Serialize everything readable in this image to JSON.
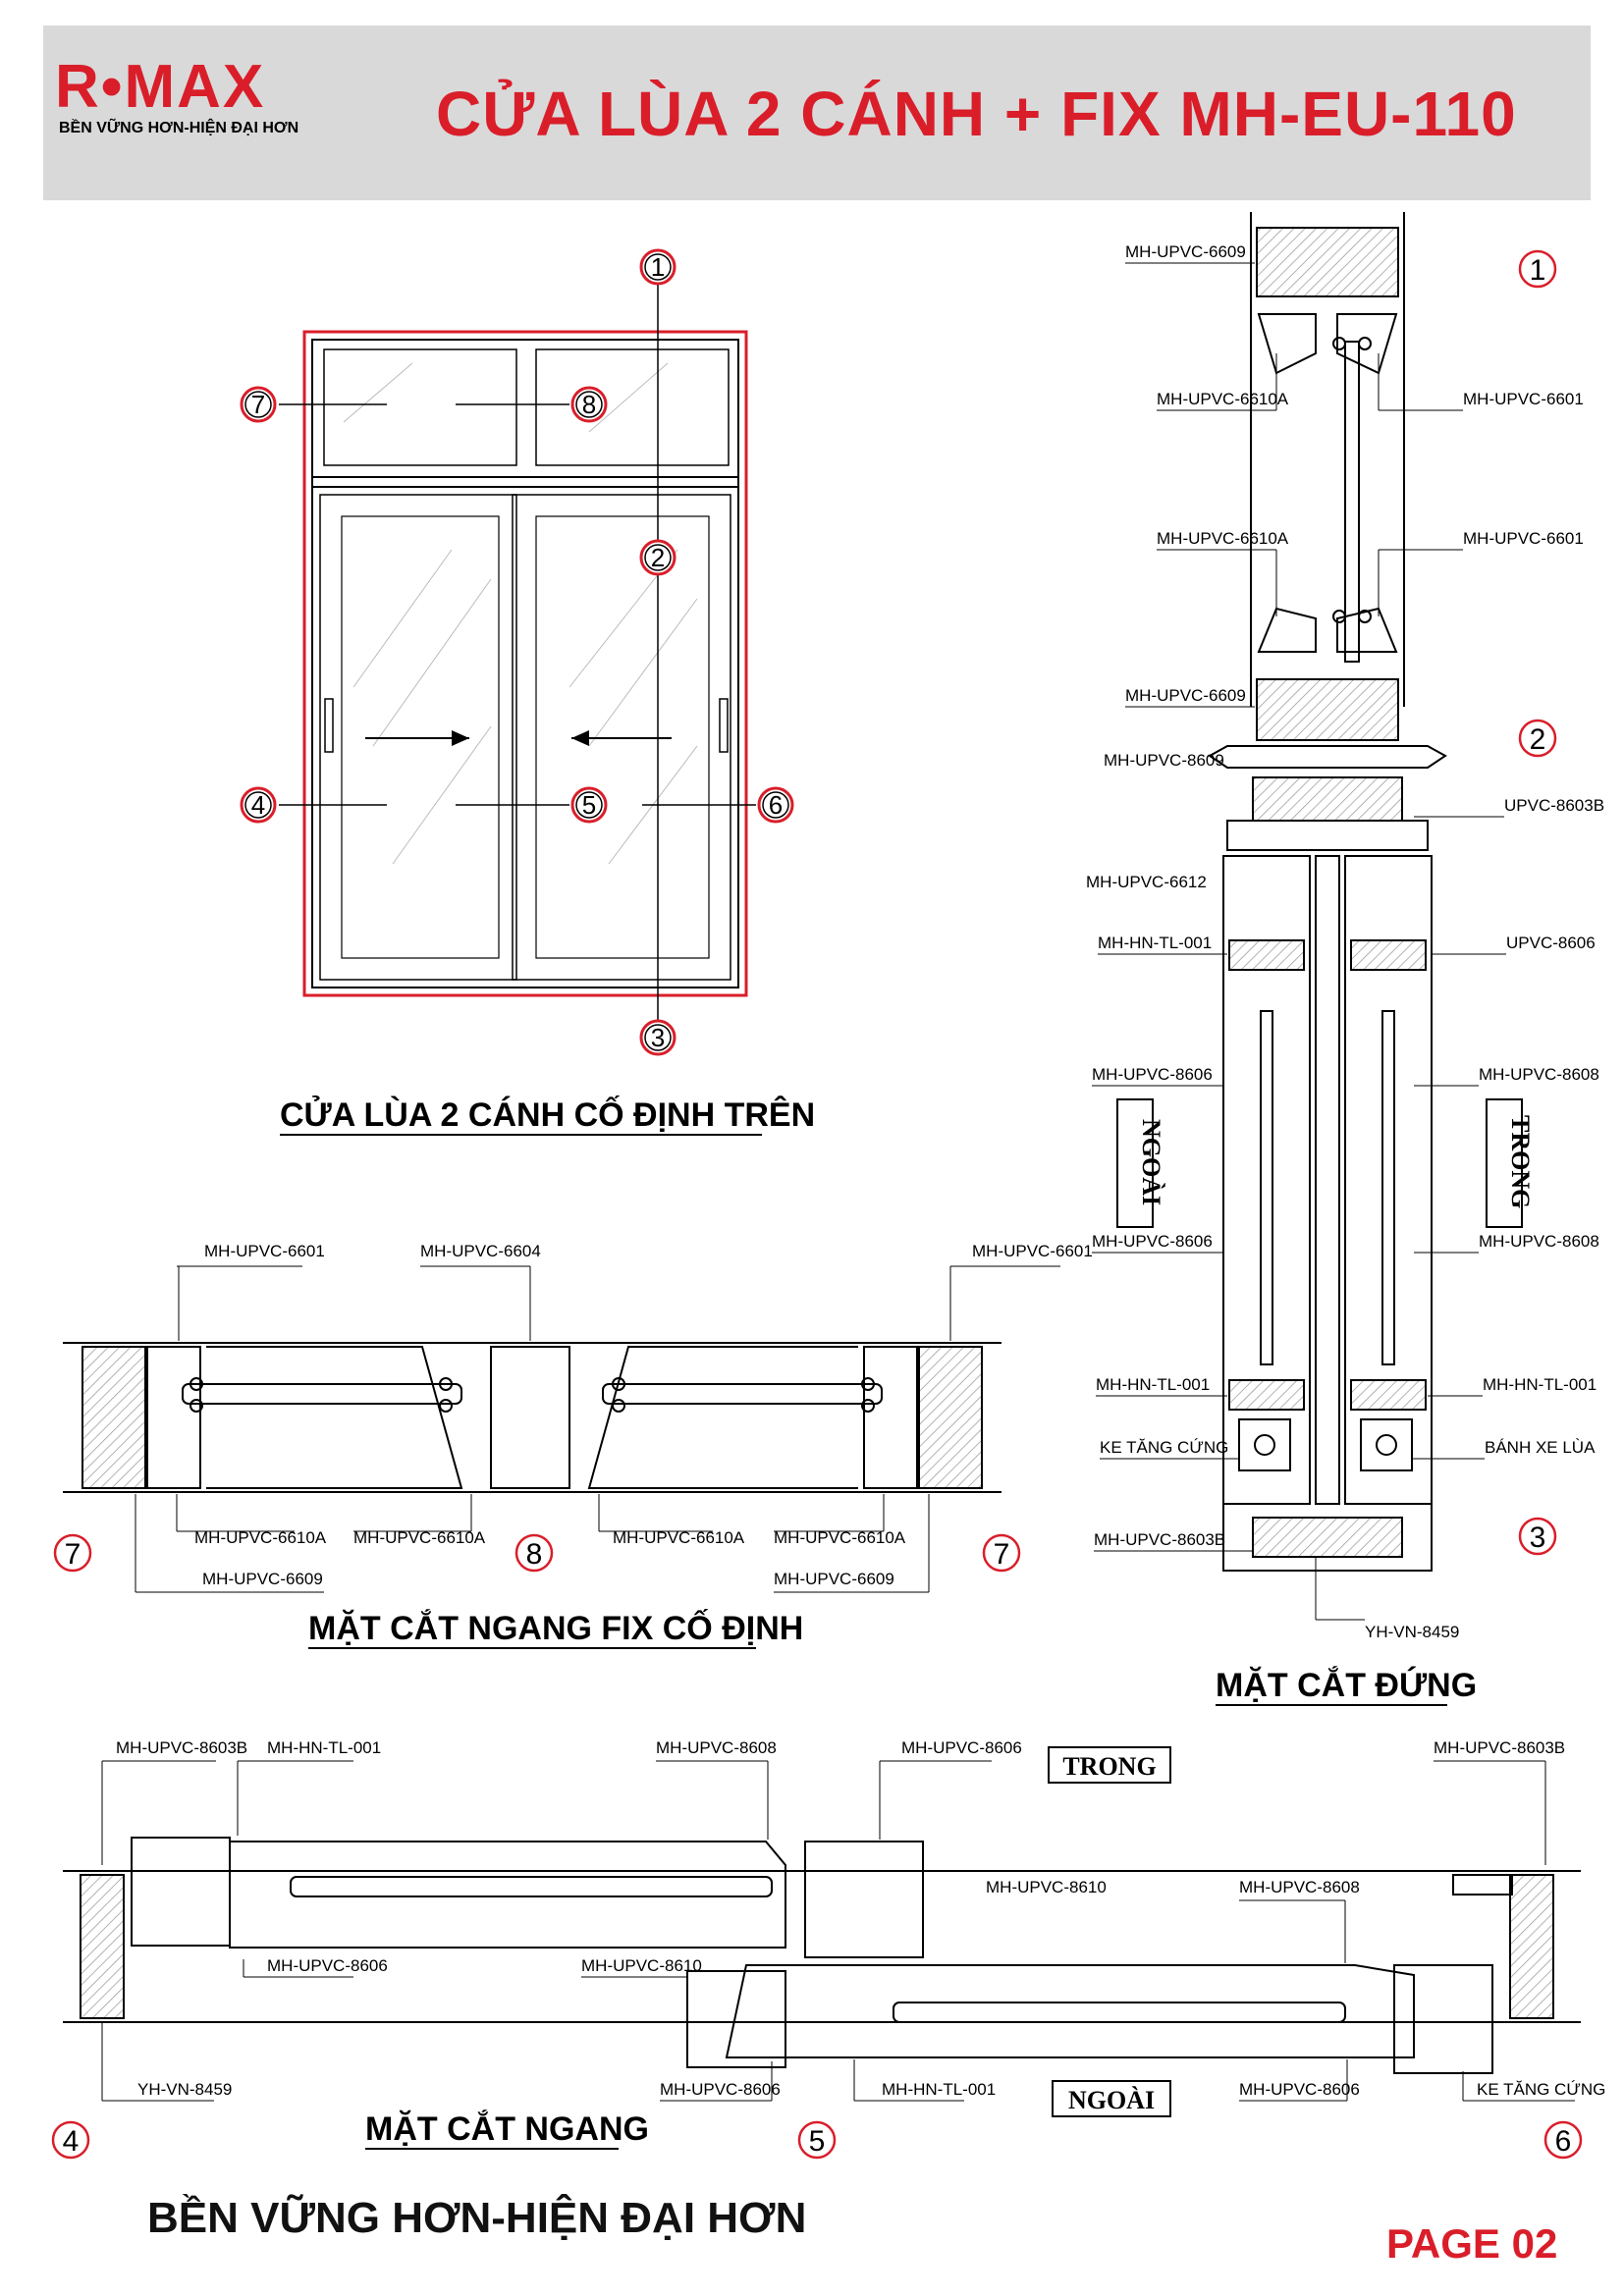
{
  "brand": {
    "logo": "R•MAX",
    "tagline": "BỀN VỮNG HƠN-HIỆN ĐẠI HƠN"
  },
  "title": "CỬA LÙA 2 CÁNH + FIX MH-EU-110",
  "elevation": {
    "caption": "CỬA LÙA 2 CÁNH CỐ ĐỊNH TRÊN",
    "markers": [
      "1",
      "2",
      "3",
      "4",
      "5",
      "6",
      "7",
      "8"
    ]
  },
  "section_vertical": {
    "caption": "MẶT CẮT ĐỨNG",
    "side_out": "NGOÀI",
    "side_in": "TRONG",
    "markers": [
      "1",
      "2",
      "3"
    ],
    "labels_left": [
      "MH-UPVC-6609",
      "MH-UPVC-6610A",
      "MH-UPVC-6610A",
      "MH-UPVC-6609",
      "MH-UPVC-8609",
      "MH-UPVC-6612",
      "MH-HN-TL-001",
      "MH-UPVC-8606",
      "MH-UPVC-8606",
      "MH-HN-TL-001",
      "KE TĂNG CỨNG",
      "MH-UPVC-8603B"
    ],
    "labels_right": [
      "MH-UPVC-6601",
      "MH-UPVC-6601",
      "UPVC-8603B",
      "UPVC-8606",
      "MH-UPVC-8608",
      "MH-UPVC-8608",
      "MH-HN-TL-001",
      "BÁNH XE LÙA",
      "YH-VN-8459"
    ]
  },
  "section_fix": {
    "caption": "MẶT CẮT NGANG FIX CỐ ĐỊNH",
    "labels_top": [
      "MH-UPVC-6601",
      "MH-UPVC-6604",
      "MH-UPVC-6601"
    ],
    "labels_bottom": [
      "MH-UPVC-6610A",
      "MH-UPVC-6609",
      "MH-UPVC-6610A",
      "MH-UPVC-6610A",
      "MH-UPVC-6610A",
      "MH-UPVC-6609"
    ],
    "markers": [
      "7",
      "8",
      "7"
    ]
  },
  "section_horizontal": {
    "caption": "MẶT CẮT NGANG",
    "side_in": "TRONG",
    "side_out": "NGOÀI",
    "labels_top": [
      "MH-UPVC-8603B",
      "MH-HN-TL-001",
      "MH-UPVC-8608",
      "MH-UPVC-8606",
      "MH-UPVC-8603B"
    ],
    "labels_mid": [
      "MH-UPVC-8610",
      "MH-UPVC-8608",
      "MH-UPVC-8606",
      "MH-UPVC-8610"
    ],
    "labels_bottom": [
      "YH-VN-8459",
      "MH-UPVC-8606",
      "MH-HN-TL-001",
      "MH-UPVC-8606",
      "KE TĂNG CỨNG"
    ],
    "markers": [
      "4",
      "5",
      "6"
    ]
  },
  "footer": {
    "text": "BỀN VỮNG HƠN-HIỆN ĐẠI HƠN",
    "page": "PAGE  02"
  }
}
